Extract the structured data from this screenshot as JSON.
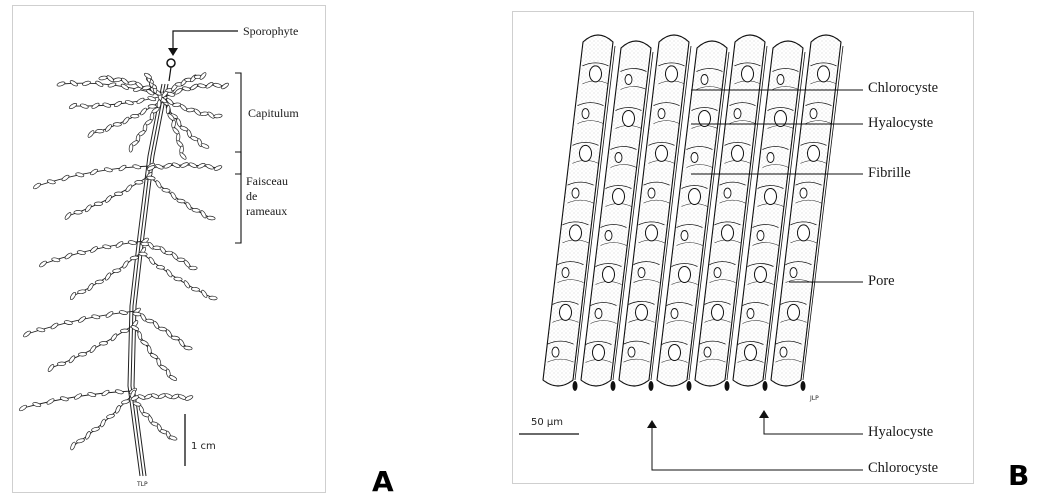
{
  "panel_a": {
    "letter": "A",
    "labels": {
      "sporophyte": "Sporophyte",
      "capitulum": "Capitulum",
      "faisceau_line1": "Faisceau",
      "faisceau_line2": "de",
      "faisceau_line3": "rameaux"
    },
    "scale_bar": "1 cm",
    "artist_mark": "TLP"
  },
  "panel_b": {
    "letter": "B",
    "labels": {
      "chlorocyste_top": "Chlorocyste",
      "hyalocyste_top": "Hyalocyste",
      "fibrille": "Fibrille",
      "pore": "Pore",
      "hyalocyste_bottom": "Hyalocyste",
      "chlorocyste_bottom": "Chlorocyste"
    },
    "scale_bar": "50 µm",
    "artist_mark": "JLP"
  }
}
